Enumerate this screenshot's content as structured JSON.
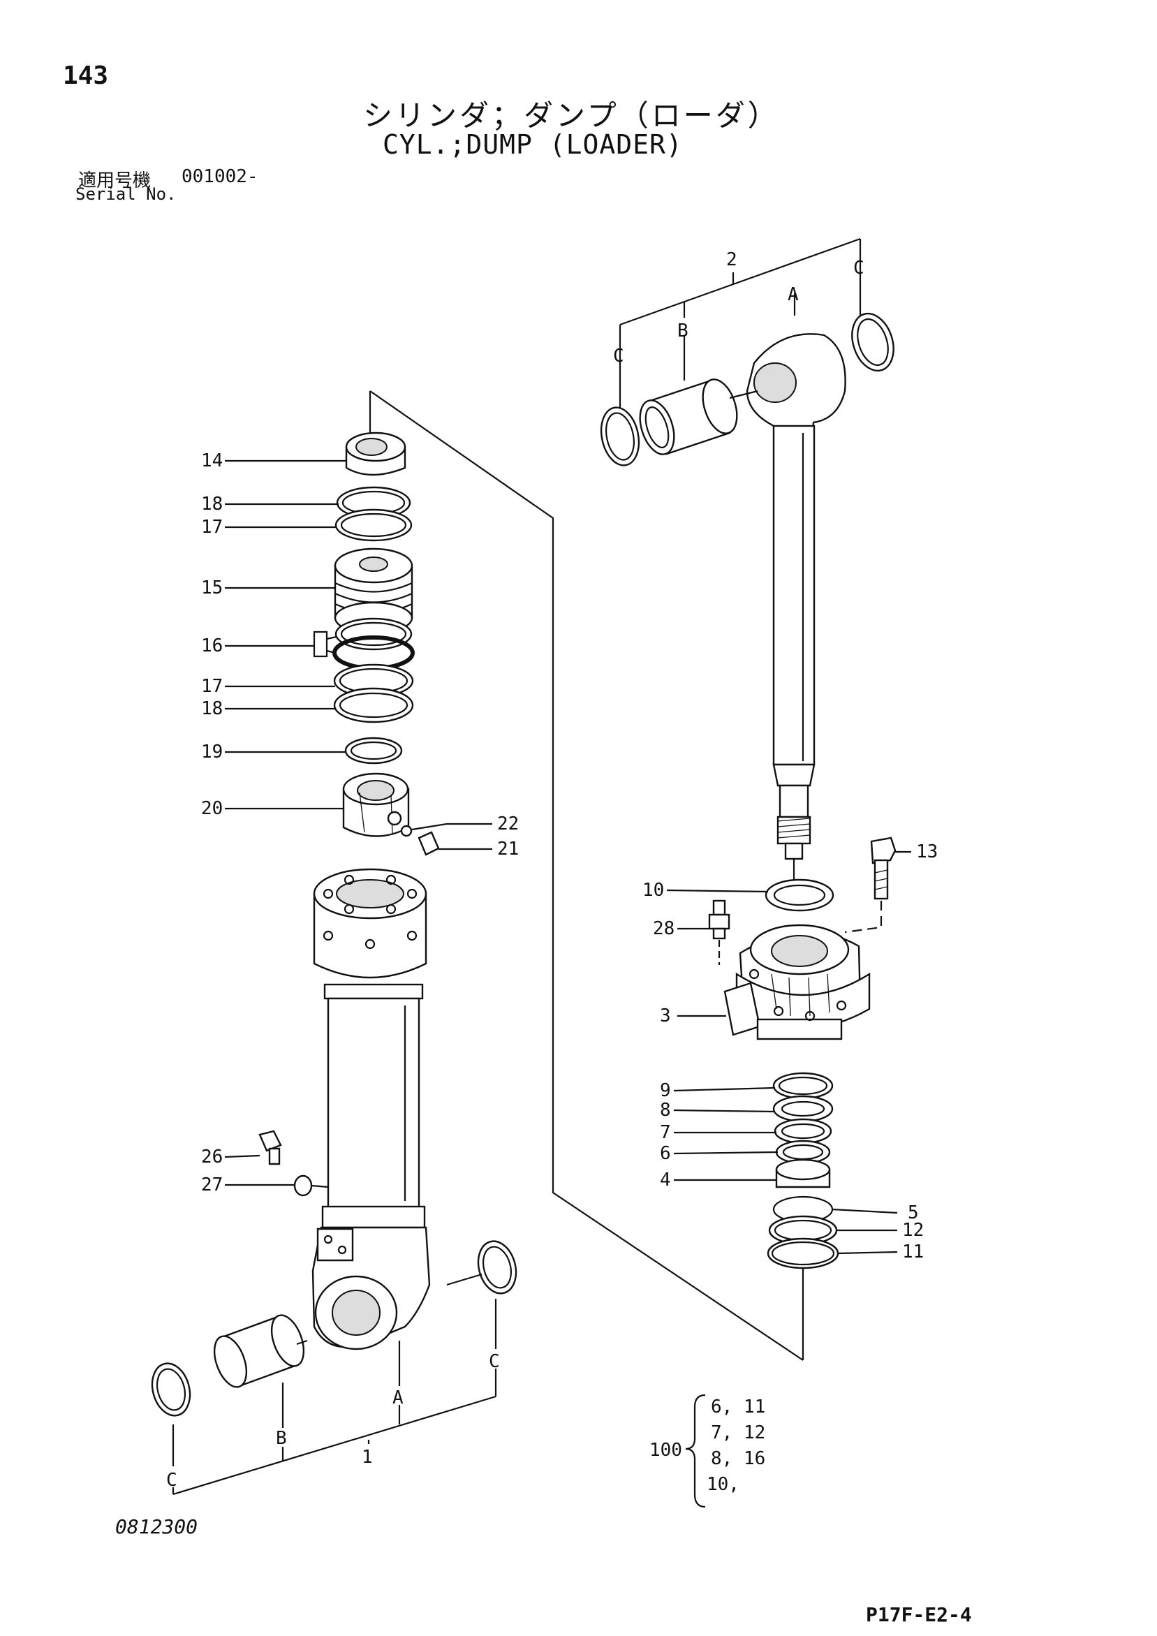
{
  "page": {
    "number": "143",
    "title_jp": "シリンダ；ダンプ（ローダ）",
    "title_en": "CYL.;DUMP (LOADER)",
    "serial_label_jp": "適用号機",
    "serial_value": "001002-",
    "serial_label_en": "Serial No.",
    "doc_code": "0812300",
    "page_code": "P17F-E2-4"
  },
  "callouts": {
    "c1": "1",
    "c2": "2",
    "c3": "3",
    "c4": "4",
    "c5": "5",
    "c6": "6",
    "c7": "7",
    "c8": "8",
    "c9": "9",
    "c10": "10",
    "c11": "11",
    "c12": "12",
    "c13": "13",
    "c14": "14",
    "c15": "15",
    "c16": "16",
    "c17a": "17",
    "c17b": "17",
    "c18a": "18",
    "c18b": "18",
    "c19": "19",
    "c20": "20",
    "c21": "21",
    "c22": "22",
    "c26": "26",
    "c27": "27",
    "c28": "28",
    "A_left": "A",
    "B_left": "B",
    "C_left_1": "C",
    "C_left_2": "C",
    "A_right": "A",
    "B_right": "B",
    "C_right_1": "C",
    "C_right_2": "C"
  },
  "kit": {
    "number": "100",
    "items": [
      "6, 11",
      "7, 12",
      "8, 16",
      "10,"
    ]
  }
}
